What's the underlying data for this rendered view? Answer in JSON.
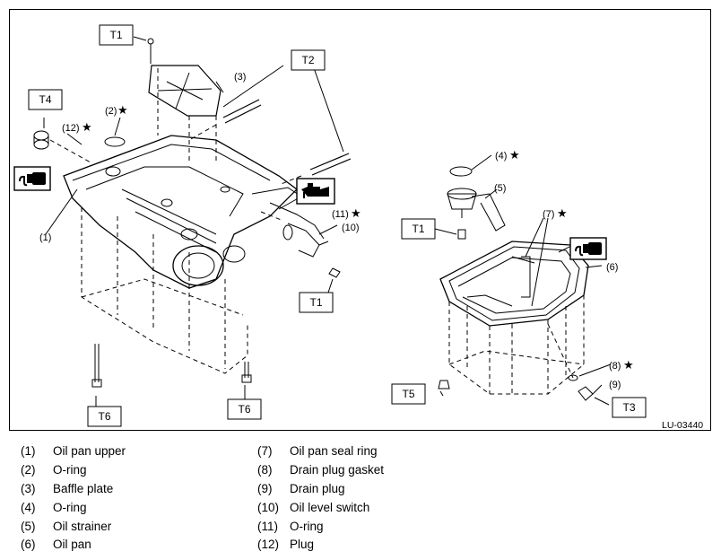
{
  "figure_code": "LU-03440",
  "torque_tags": {
    "t1_top": "T1",
    "t2": "T2",
    "t4": "T4",
    "t1_mid": "T1",
    "t1_right": "T1",
    "t6_left": "T6",
    "t6_right": "T6",
    "t5": "T5",
    "t3": "T3"
  },
  "callouts": {
    "c1": "(1)",
    "c2": "(2)",
    "c3": "(3)",
    "c4": "(4)",
    "c5": "(5)",
    "c6": "(6)",
    "c7": "(7)",
    "c8": "(8)",
    "c9": "(9)",
    "c10": "(10)",
    "c11": "(11)",
    "c12": "(12)"
  },
  "star": "★",
  "legend": [
    {
      "num": "(1)",
      "text": "Oil pan upper"
    },
    {
      "num": "(2)",
      "text": "O-ring"
    },
    {
      "num": "(3)",
      "text": "Baffle plate"
    },
    {
      "num": "(4)",
      "text": "O-ring"
    },
    {
      "num": "(5)",
      "text": "Oil strainer"
    },
    {
      "num": "(6)",
      "text": "Oil pan"
    },
    {
      "num": "(7)",
      "text": "Oil pan seal ring"
    },
    {
      "num": "(8)",
      "text": "Drain plug gasket"
    },
    {
      "num": "(9)",
      "text": "Drain plug"
    },
    {
      "num": "(10)",
      "text": "Oil level switch"
    },
    {
      "num": "(11)",
      "text": "O-ring"
    },
    {
      "num": "(12)",
      "text": "Plug"
    }
  ],
  "icons": [
    "sealant-tube-icon",
    "oil-can-icon",
    "sealant-tube-icon"
  ]
}
